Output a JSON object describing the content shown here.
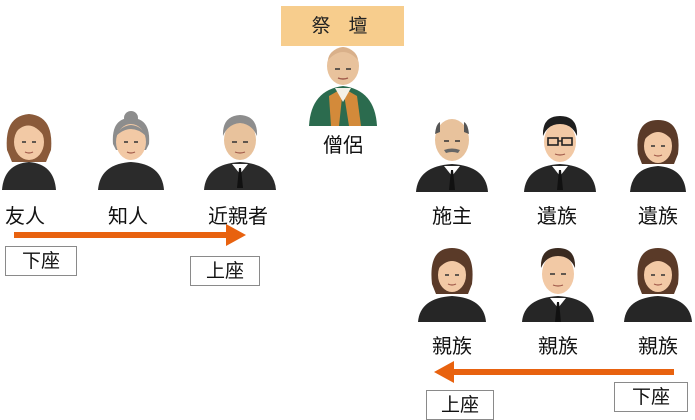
{
  "altar": {
    "label": "祭 壇"
  },
  "priest": {
    "label": "僧侶"
  },
  "left_row": {
    "people": [
      "友人",
      "知人",
      "近親者"
    ],
    "low_seat": "下座",
    "high_seat": "上座"
  },
  "right_top_row": {
    "people": [
      "施主",
      "遺族",
      "遺族"
    ]
  },
  "right_bottom_row": {
    "people": [
      "親族",
      "親族",
      "親族"
    ],
    "low_seat": "下座",
    "high_seat": "上座"
  },
  "colors": {
    "arrow": "#e8620f",
    "altar_box": "#f7cd8d",
    "robe": "#2b6b4e",
    "kesa": "#d38a3a",
    "suit": "#262626",
    "skin": "#f2c9a5"
  },
  "icons": [
    "female-friend-icon",
    "elderly-woman-icon",
    "elderly-man-icon",
    "monk-icon",
    "chief-mourner-icon",
    "bereaved-man-glasses-icon",
    "bereaved-woman-icon",
    "relative-woman-icon",
    "relative-man-icon"
  ]
}
